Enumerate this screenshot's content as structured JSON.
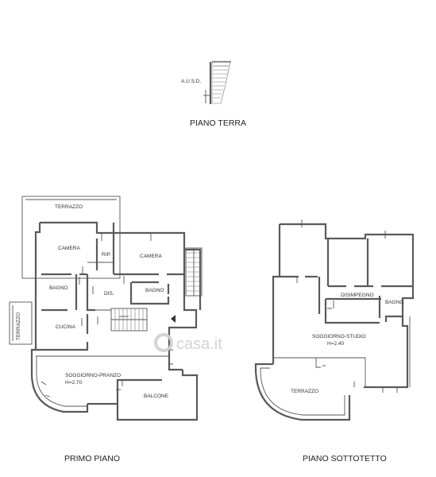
{
  "sections": {
    "ground": {
      "title": "PIANO TERRA",
      "rooms": {
        "ausd": "A.U.S.D."
      }
    },
    "first": {
      "title": "PRIMO PIANO",
      "rooms": {
        "terrazzo_top": "TERRAZZO",
        "camera_left": "CAMERA",
        "rip": "RIP.",
        "camera_right": "CAMERA",
        "bagno_left": "BAGNO",
        "dis": "DIS.",
        "bagno_center": "BAGNO",
        "terrazzo_side": "TERRAZZO",
        "cucina": "CUCINA",
        "soggiorno": "SOGGIORNO-PRANZO",
        "soggiorno_h": "H=2.70",
        "balcone": "BALCONE"
      }
    },
    "attic": {
      "title": "PIANO SOTTOTETTO",
      "rooms": {
        "disimpegno": "DISIMPEGNO",
        "bagno": "BAGNO",
        "soggiorno_studio": "SOGGIORNO-STUDIO",
        "soggiorno_studio_h": "H=2.40",
        "terrazzo": "TERRAZZO"
      }
    }
  },
  "watermark": "casa.it"
}
